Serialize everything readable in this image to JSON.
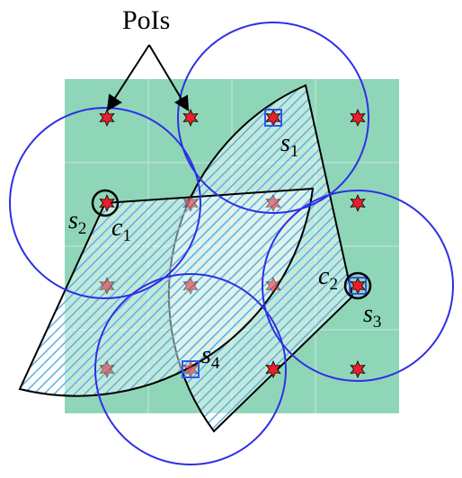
{
  "colors": {
    "field_fill": "#8fd6b9",
    "grid_line": "#bfe3d4",
    "sensing_circle": "#2f2fe6",
    "sector_outline": "#000000",
    "sector_hatch": "#5cb0e6",
    "poi_marker_fill": "#e8202a",
    "poi_marker_stroke": "#000000",
    "sensor_marker": "#3355ee",
    "cluster_ring": "#000000"
  },
  "title_label": "PoIs",
  "labels": {
    "s1": {
      "base": "s",
      "sub": "1"
    },
    "s2": {
      "base": "s",
      "sub": "2"
    },
    "s3": {
      "base": "s",
      "sub": "3"
    },
    "s4": {
      "base": "s",
      "sub": "4"
    },
    "c1": {
      "base": "c",
      "sub": "1"
    },
    "c2": {
      "base": "c",
      "sub": "2"
    }
  },
  "icons": {
    "poi": "red-six-point-star",
    "sensor": "blue-square-marker",
    "cluster": "black-ring-marker"
  }
}
